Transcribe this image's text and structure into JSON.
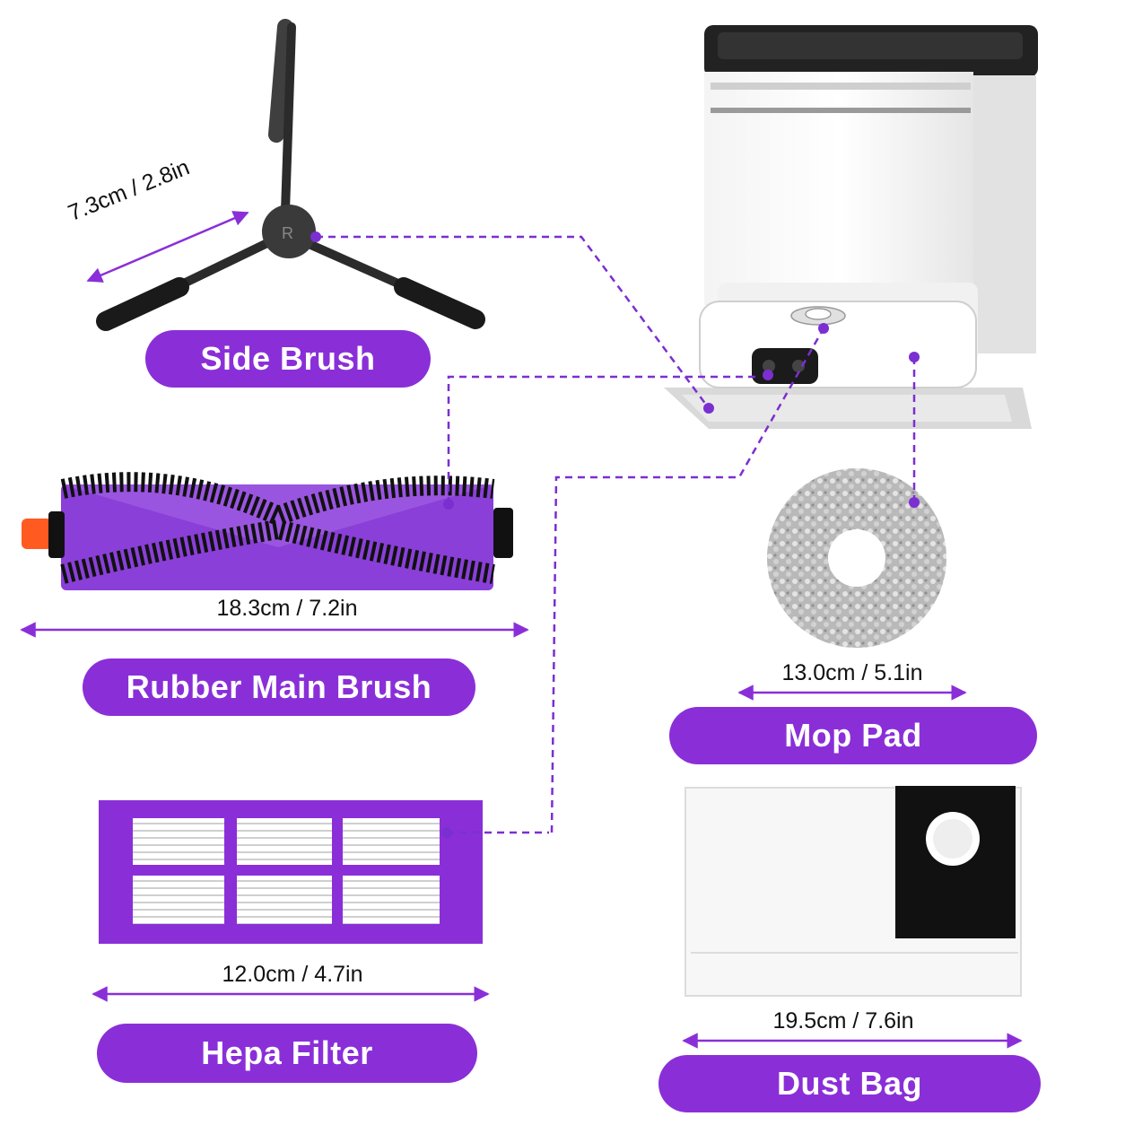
{
  "colors": {
    "accent": "#8a2fd8",
    "accent_dark": "#5a1a9a",
    "connector": "#7b2fd0",
    "text": "#111111",
    "background": "#ffffff"
  },
  "parts": {
    "side_brush": {
      "label": "Side Brush",
      "size": "7.3cm / 2.8in"
    },
    "main_brush": {
      "label": "Rubber Main Brush",
      "size": "18.3cm / 7.2in"
    },
    "mop_pad": {
      "label": "Mop Pad",
      "size": "13.0cm / 5.1in"
    },
    "hepa_filter": {
      "label": "Hepa Filter",
      "size": "12.0cm / 4.7in"
    },
    "dust_bag": {
      "label": "Dust Bag",
      "size": "19.5cm / 7.6in"
    }
  },
  "icons": [
    "side-brush-image",
    "robot-station-image",
    "main-brush-image",
    "mop-pad-image",
    "hepa-filter-image",
    "dust-bag-image"
  ]
}
